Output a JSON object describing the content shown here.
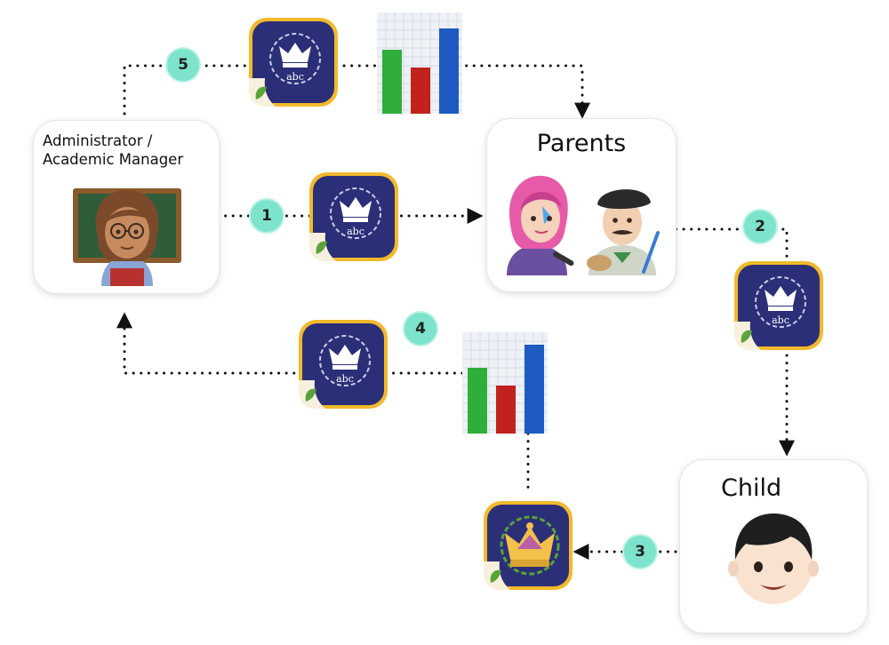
{
  "nodes": {
    "admin": {
      "title": "Administrator / Academic Manager",
      "icon": "teacher-icon"
    },
    "parents": {
      "title": "Parents",
      "icon": "parents-icon"
    },
    "child": {
      "title": "Child",
      "icon": "child-face-icon"
    }
  },
  "steps": [
    "1",
    "2",
    "3",
    "4",
    "5"
  ],
  "icons": {
    "app": "royal-abc-app-icon",
    "child_app": "crown-app-icon",
    "report": "bar-chart-icon"
  },
  "colors": {
    "step_badge": "#7de3cc",
    "app_background": "#2b2f78",
    "app_border": "#f2b92c",
    "bar_green": "#2fae3b",
    "bar_red": "#c2221d",
    "bar_blue": "#1d5bc2"
  }
}
